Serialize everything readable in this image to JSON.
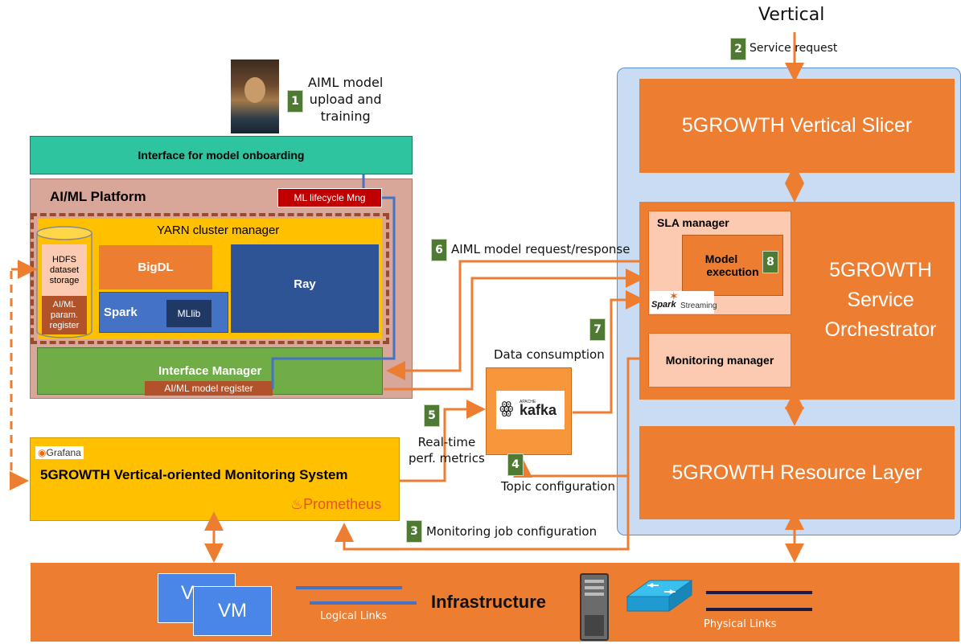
{
  "header": {
    "vertical": "Vertical"
  },
  "steps": {
    "s1": {
      "num": "1",
      "text_lines": [
        "AIML model",
        "upload and",
        "training"
      ]
    },
    "s2": {
      "num": "2",
      "text": "Service request"
    },
    "s3": {
      "num": "3",
      "text": "Monitoring job configuration"
    },
    "s4": {
      "num": "4",
      "text": "Topic configuration"
    },
    "s5": {
      "num": "5",
      "text_lines": [
        "Real-time",
        "perf. metrics"
      ]
    },
    "s6": {
      "num": "6",
      "text": "AIML model request/response"
    },
    "s7": {
      "num": "7",
      "text": "Data consumption"
    },
    "s8": {
      "num": "8"
    }
  },
  "onboarding": {
    "label": "Interface for model onboarding"
  },
  "platform": {
    "title": "AI/ML Platform",
    "lifecycle": "ML lifecycle Mng",
    "yarn": "YARN cluster manager",
    "hdfs_lines": [
      "HDFS",
      "dataset",
      "storage"
    ],
    "param_lines": [
      "AI/ML",
      "param.",
      "register"
    ],
    "bigdl": "BigDL",
    "spark": "Spark",
    "mllib": "MLlib",
    "ray": "Ray",
    "interface_manager": "Interface Manager",
    "model_register": "AI/ML model register"
  },
  "monitoring": {
    "grafana": "Grafana",
    "title": "5GROWTH Vertical-oriented Monitoring System",
    "prometheus": "Prometheus"
  },
  "kafka": {
    "apache": "APACHE",
    "name": "kafka"
  },
  "orchestration": {
    "vertical_slicer": "5GROWTH Vertical Slicer",
    "sla_manager": "SLA manager",
    "model_execution_lines": [
      "Model",
      "execution"
    ],
    "spark": "Spark",
    "streaming": "Streaming",
    "so_lines": [
      "5GROWTH",
      "Service",
      "Orchestrator"
    ],
    "monitoring_manager": "Monitoring manager",
    "resource_layer": "5GROWTH Resource Layer"
  },
  "infrastructure": {
    "title": "Infrastructure",
    "vm_back": "V",
    "vm_front": "VM",
    "logical_links": "Logical Links",
    "physical_links": "Physical Links"
  },
  "colors": {
    "orange": "#ed7d31",
    "teal": "#2ec4a0",
    "platform_bg": "#d9a79a",
    "yarn": "#ffc000",
    "green": "#70ad47",
    "ray": "#2f5496",
    "spark": "#4472c4",
    "bluebg": "#c9dcf4",
    "darkred": "#c00000"
  }
}
